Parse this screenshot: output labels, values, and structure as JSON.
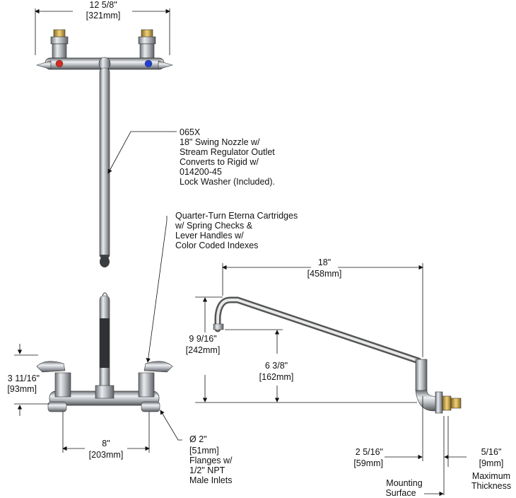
{
  "top_width": {
    "in": "12 5/8\"",
    "mm": "[321mm]"
  },
  "note_nozzle": [
    "065X",
    "18\" Swing Nozzle w/",
    "Stream Regulator Outlet",
    "Converts to Rigid w/",
    "014200-45",
    "Lock Washer (Included)."
  ],
  "note_cartridge": [
    "Quarter-Turn Eterna Cartridges",
    "w/ Spring Checks &",
    "Lever Handles w/",
    "Color Coded Indexes"
  ],
  "handle_height": {
    "in": "3 11/16\"",
    "mm": "[93mm]"
  },
  "center_spacing": {
    "in": "8\"",
    "mm": "[203mm]"
  },
  "flange_note": [
    "Ø 2\"",
    "[51mm]",
    "Flanges w/",
    "1/2\" NPT",
    "Male Inlets"
  ],
  "nozzle_reach": {
    "in": "18\"",
    "mm": "[458mm]"
  },
  "overall_height": {
    "in": "9 9/16\"",
    "mm": "[242mm]"
  },
  "outlet_height": {
    "in": "6 3/8\"",
    "mm": "[162mm]"
  },
  "wall_offset": {
    "in": "2 5/16\"",
    "mm": "[59mm]"
  },
  "max_thickness": {
    "in": "5/16\"",
    "mm": "[9mm]",
    "label1": "Maximum",
    "label2": "Thickness"
  },
  "mounting_surface": {
    "line1": "Mounting",
    "line2": "Surface"
  },
  "colors": {
    "hot": "#d42a1f",
    "cold": "#1f3fd4",
    "chrome": "#b9bdc2",
    "brass": "#c9a34a"
  }
}
